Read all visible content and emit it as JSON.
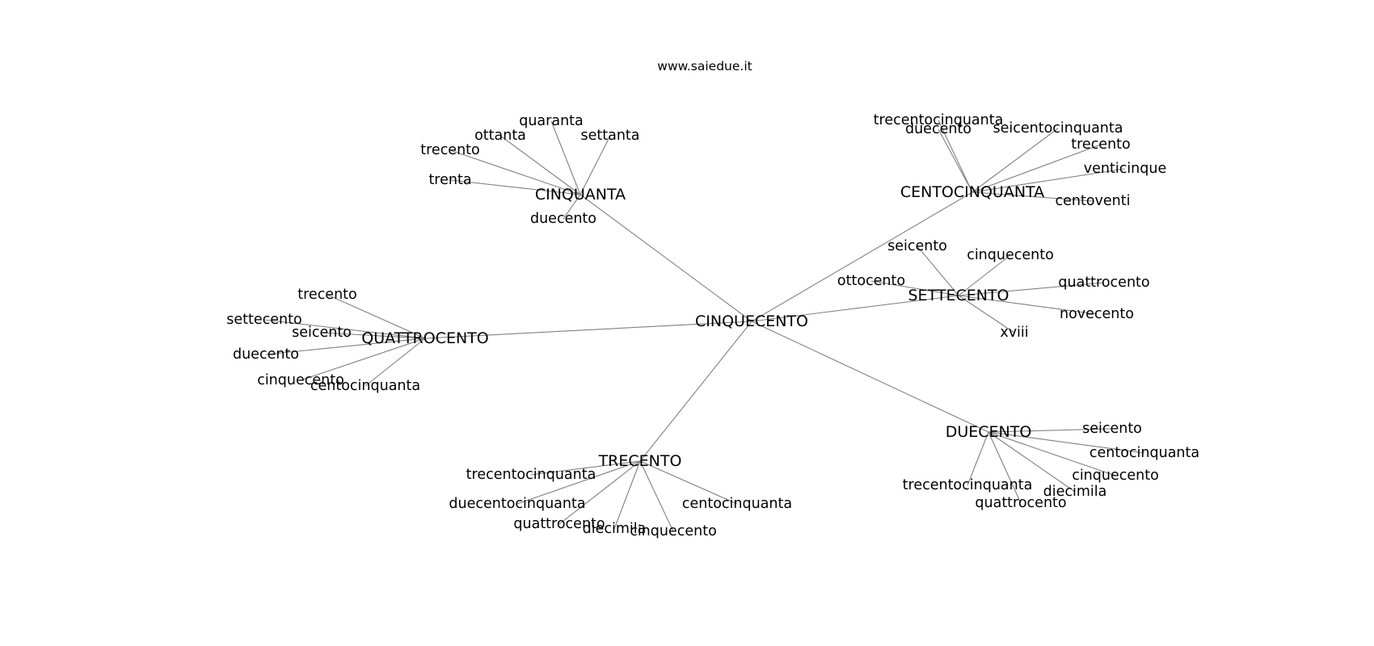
{
  "header": {
    "site": "www.saiedue.it"
  },
  "graph": {
    "root": "CINQUECENTO",
    "clusters": [
      {
        "hub": "CINQUANTA",
        "leaves": [
          "quaranta",
          "ottanta",
          "settanta",
          "trecento",
          "trenta",
          "duecento"
        ]
      },
      {
        "hub": "CENTOCINQUANTA",
        "leaves": [
          "trecentocinquanta",
          "duecento",
          "seicentocinquanta",
          "trecento",
          "venticinque",
          "centoventi"
        ]
      },
      {
        "hub": "SETTECENTO",
        "leaves": [
          "seicento",
          "cinquecento",
          "ottocento",
          "quattrocento",
          "novecento",
          "xviii"
        ]
      },
      {
        "hub": "QUATTROCENTO",
        "leaves": [
          "trecento",
          "settecento",
          "seicento",
          "duecento",
          "cinquecento",
          "centocinquanta"
        ]
      },
      {
        "hub": "TRECENTO",
        "leaves": [
          "trecentocinquanta",
          "duecentocinquanta",
          "centocinquanta",
          "quattrocento",
          "diecimila",
          "cinquecento"
        ]
      },
      {
        "hub": "DUECENTO",
        "leaves": [
          "seicento",
          "centocinquanta",
          "cinquecento",
          "trecentocinquanta",
          "diecimila",
          "quattrocento"
        ]
      }
    ]
  }
}
